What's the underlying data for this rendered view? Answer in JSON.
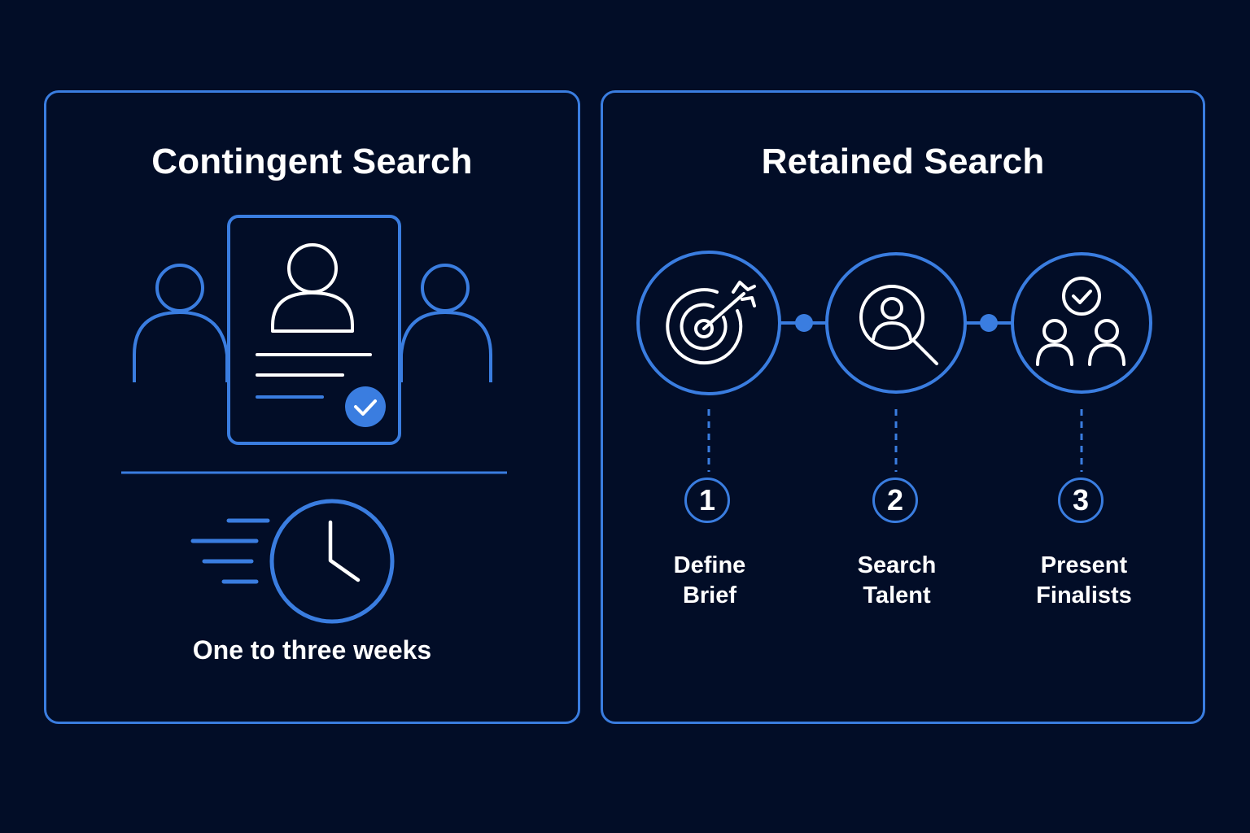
{
  "contingent": {
    "title": "Contingent Search",
    "timeframe": "One to three weeks"
  },
  "retained": {
    "title": "Retained Search",
    "steps": [
      {
        "number": "1",
        "line1": "Define",
        "line2": "Brief",
        "icon": "target-arrow-icon"
      },
      {
        "number": "2",
        "line1": "Search",
        "line2": "Talent",
        "icon": "person-search-icon"
      },
      {
        "number": "3",
        "line1": "Present",
        "line2": "Finalists",
        "icon": "finalists-check-icon"
      }
    ]
  },
  "colors": {
    "background": "#020d27",
    "accent": "#3a7de0",
    "text": "#ffffff"
  }
}
